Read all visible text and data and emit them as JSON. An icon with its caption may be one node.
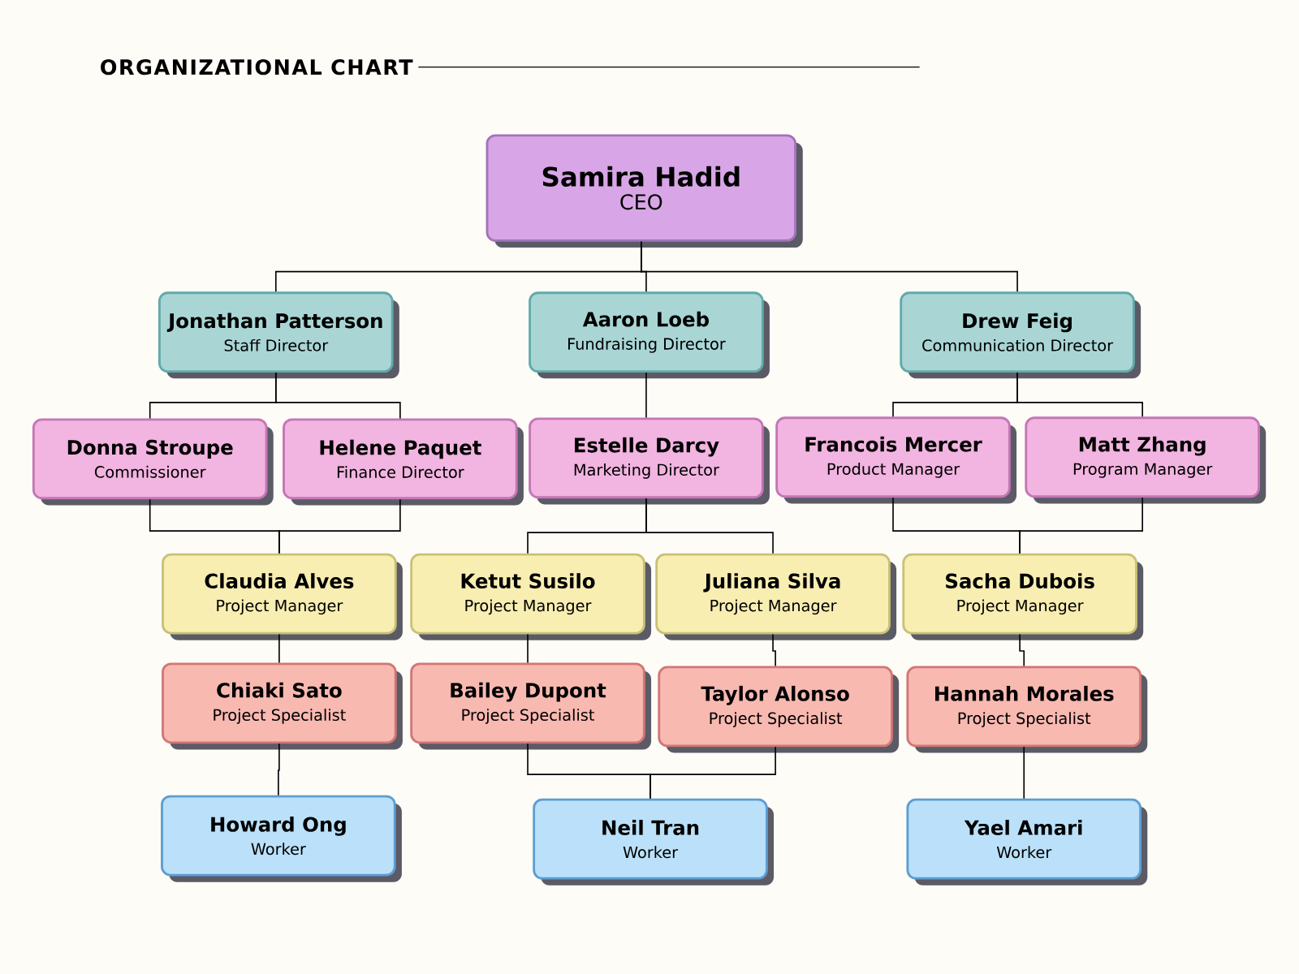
{
  "diagram": {
    "title": "ORGANIZATIONAL CHART",
    "nodes": [
      {
        "text": [
          "Samira Hadid",
          "CEO"
        ]
      },
      {
        "text": [
          "Jonathan Patterson",
          "Staff Director"
        ]
      },
      {
        "text": [
          "Aaron Loeb",
          "Fundraising Director"
        ]
      },
      {
        "text": [
          "Drew Feig",
          "Communication Director"
        ]
      },
      {
        "text": [
          "Donna Stroupe",
          "Commissioner"
        ]
      },
      {
        "text": [
          "Helene Paquet",
          "Finance Director"
        ]
      },
      {
        "text": [
          "Estelle Darcy",
          "Marketing Director"
        ]
      },
      {
        "text": [
          "Francois Mercer",
          "Product Manager"
        ]
      },
      {
        "text": [
          "Matt Zhang",
          "Program Manager"
        ]
      },
      {
        "text": [
          "Claudia Alves",
          "Project Manager"
        ]
      },
      {
        "text": [
          "Ketut Susilo",
          "Project Manager"
        ]
      },
      {
        "text": [
          "Juliana Silva",
          "Project Manager"
        ]
      },
      {
        "text": [
          "Sacha Dubois",
          "Project Manager"
        ]
      },
      {
        "text": [
          "Chiaki Sato",
          "Project Specialist"
        ]
      },
      {
        "text": [
          "Bailey Dupont",
          "Project Specialist"
        ]
      },
      {
        "text": [
          "Taylor Alonso",
          "Project Specialist"
        ]
      },
      {
        "text": [
          "Hannah Morales",
          "Project Specialist"
        ]
      },
      {
        "text": [
          "Howard Ong",
          "Worker"
        ]
      },
      {
        "text": [
          "Neil Tran",
          "Worker"
        ]
      },
      {
        "text": [
          "Yael Amari",
          "Worker"
        ]
      }
    ],
    "edges": [
      {
        "from": 0,
        "to": 1,
        "arrow": "none"
      },
      {
        "from": 0,
        "to": 2,
        "arrow": "none"
      },
      {
        "from": 0,
        "to": 3,
        "arrow": "none"
      },
      {
        "from": 1,
        "to": 4,
        "arrow": "none"
      },
      {
        "from": 1,
        "to": 5,
        "arrow": "none"
      },
      {
        "from": 2,
        "to": 6,
        "arrow": "none"
      },
      {
        "from": 3,
        "to": 7,
        "arrow": "none"
      },
      {
        "from": 3,
        "to": 8,
        "arrow": "none"
      },
      {
        "from": 4,
        "to": 9,
        "arrow": "none"
      },
      {
        "from": 5,
        "to": 9,
        "arrow": "none"
      },
      {
        "from": 6,
        "to": 10,
        "arrow": "none"
      },
      {
        "from": 6,
        "to": 11,
        "arrow": "none"
      },
      {
        "from": 7,
        "to": 12,
        "arrow": "none"
      },
      {
        "from": 8,
        "to": 12,
        "arrow": "none"
      },
      {
        "from": 9,
        "to": 13,
        "arrow": "none"
      },
      {
        "from": 10,
        "to": 14,
        "arrow": "none"
      },
      {
        "from": 11,
        "to": 15,
        "arrow": "none"
      },
      {
        "from": 12,
        "to": 16,
        "arrow": "none"
      },
      {
        "from": 13,
        "to": 17,
        "arrow": "none"
      },
      {
        "from": 14,
        "to": 18,
        "arrow": "none"
      },
      {
        "from": 15,
        "to": 18,
        "arrow": "none"
      },
      {
        "from": 16,
        "to": 19,
        "arrow": "none"
      }
    ]
  }
}
